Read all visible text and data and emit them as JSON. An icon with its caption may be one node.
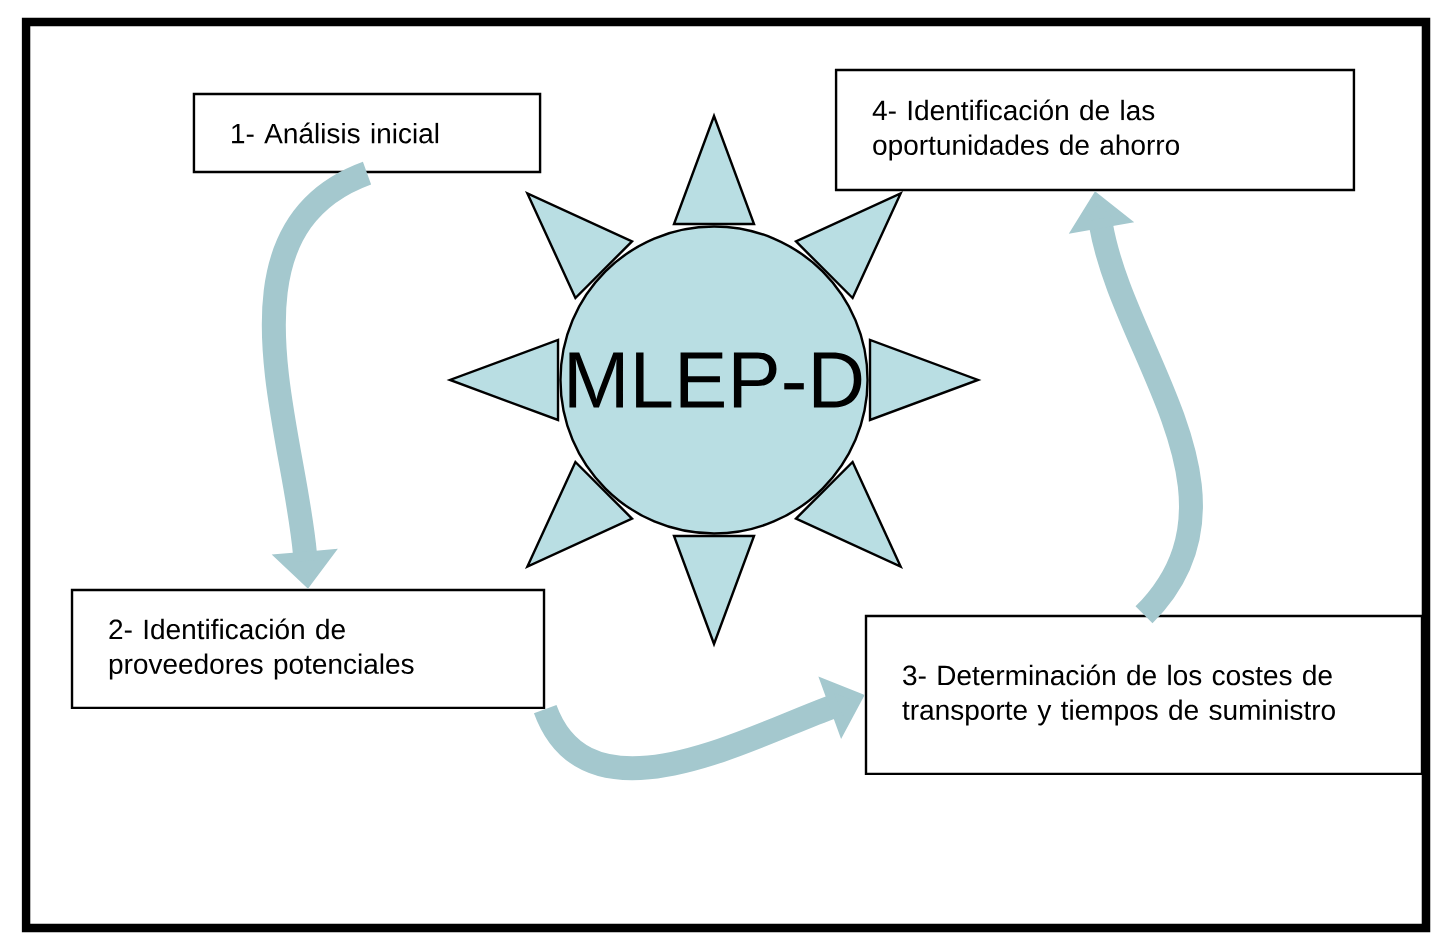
{
  "diagram": {
    "nodes": [
      {
        "text": [
          "1- Análisis inicial"
        ]
      },
      {
        "text": [
          "4- Identificación de las oportunidades de ahorro"
        ]
      },
      {
        "text": [
          "MLEP-D"
        ]
      },
      {
        "text": [
          "2- Identificación de proveedores potenciales"
        ]
      },
      {
        "text": [
          "3- Determinación de los costes de transporte y tiempos de suministro"
        ]
      }
    ],
    "edges": [
      {
        "from": 0,
        "to": 3,
        "arrow": "to"
      },
      {
        "from": 3,
        "to": 4,
        "arrow": "to"
      },
      {
        "from": 4,
        "to": 1,
        "arrow": "to"
      }
    ]
  }
}
